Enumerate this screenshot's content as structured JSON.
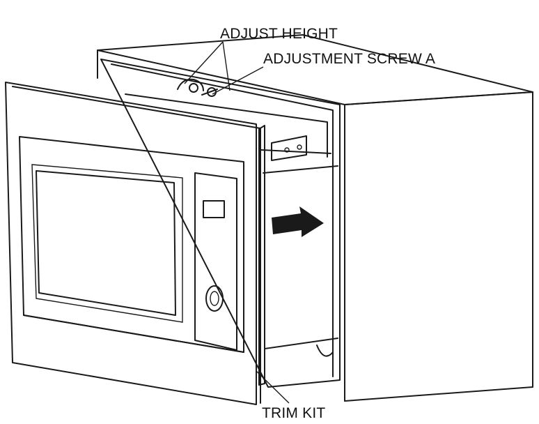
{
  "labels": {
    "adjust_height": "ADJUST HEIGHT",
    "adjustment_screw_a": "ADJUSTMENT SCREW A",
    "trim_kit": "TRIM KIT"
  },
  "colors": {
    "line": "#1a1a1a",
    "background": "#ffffff",
    "arrow_fill": "#1a1a1a"
  },
  "icons": {
    "direction_arrow": "arrow-right-icon"
  }
}
